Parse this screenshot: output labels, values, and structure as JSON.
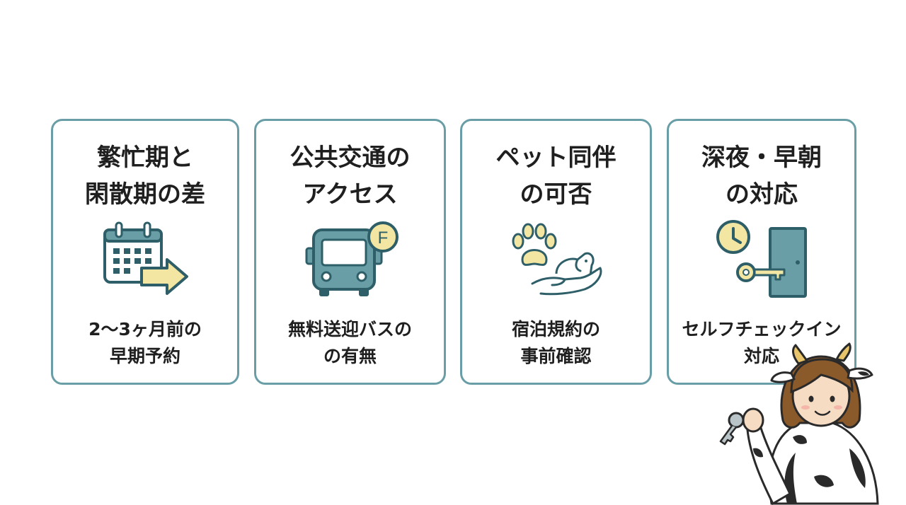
{
  "cards": [
    {
      "title": [
        "繁忙期と",
        "閑散期の差"
      ],
      "description": [
        "2〜3ヶ月前の",
        "早期予約"
      ],
      "icon": "calendar-arrow-icon"
    },
    {
      "title": [
        "公共交通の",
        "アクセス"
      ],
      "description": [
        "無料送迎バスの",
        "の有無"
      ],
      "icon": "bus-icon",
      "badge": "F"
    },
    {
      "title": [
        "ペット同伴",
        "の可否"
      ],
      "description": [
        "宿泊規約の",
        "事前確認"
      ],
      "icon": "paw-hand-dog-icon"
    },
    {
      "title": [
        "深夜・早朝",
        "の対応"
      ],
      "description": [
        "セルフチェックイン",
        "対応"
      ],
      "icon": "clock-key-door-icon"
    }
  ],
  "mascot": {
    "icon": "cow-costume-girl-holding-key-icon"
  },
  "colors": {
    "border": "#6a9ea6",
    "icon_teal": "#6a9ea6",
    "icon_dark": "#2e5f68",
    "icon_yellow": "#f2e6a2",
    "text": "#1f1f1f"
  }
}
